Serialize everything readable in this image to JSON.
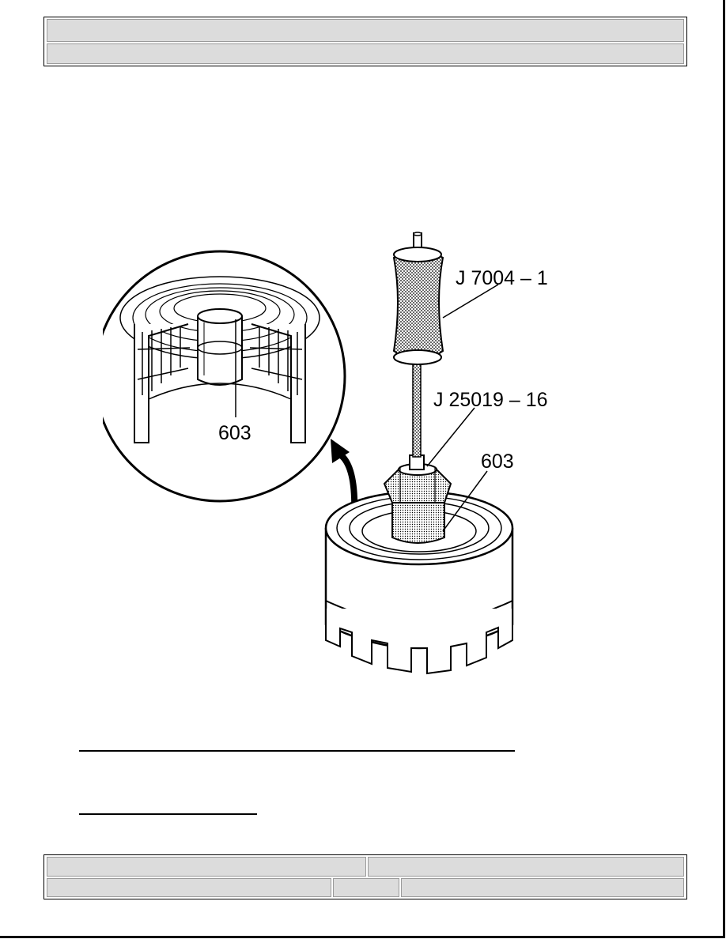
{
  "header": {
    "title": "",
    "subtitle": ""
  },
  "figure": {
    "callouts": {
      "handle_tool": "J 7004 – 1",
      "remover_tool": "J 25019 – 16",
      "bushing_main": "603",
      "bushing_inset": "603"
    }
  },
  "footer": {
    "left_top": "",
    "right_top": "",
    "left_bottom": "",
    "middle_bottom": "",
    "right_bottom": ""
  }
}
